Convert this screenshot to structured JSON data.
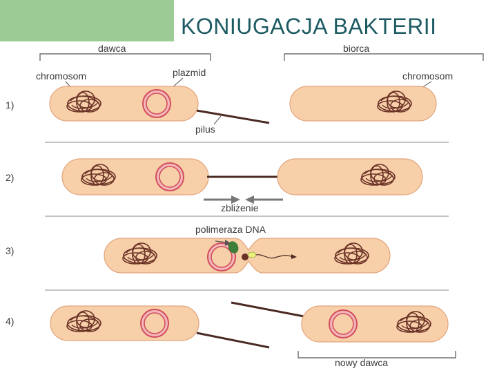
{
  "title": "KONIUGACJA BAKTERII",
  "labels": {
    "donor": "dawca",
    "recipient": "biorca",
    "chromosome_left": "chromosom",
    "plasmid": "plazmid",
    "chromosome_right": "chromosom",
    "pilus": "pilus",
    "approach": "zbliżenie",
    "polymerase": "polimeraza DNA",
    "new_donor": "nowy dawca"
  },
  "steps": [
    "1)",
    "2)",
    "3)",
    "4)"
  ],
  "colors": {
    "header_block": "#9ccb96",
    "title": "#1d5b62",
    "cell_fill": "#f7cfa9",
    "cell_edge": "#e2a57c",
    "chromosome": "#6b3226",
    "plasmid": "#d24e5a",
    "pilus": "#4a2a22",
    "polymerase": "#3f7d3a",
    "dna_tip": "#e8f07a"
  }
}
